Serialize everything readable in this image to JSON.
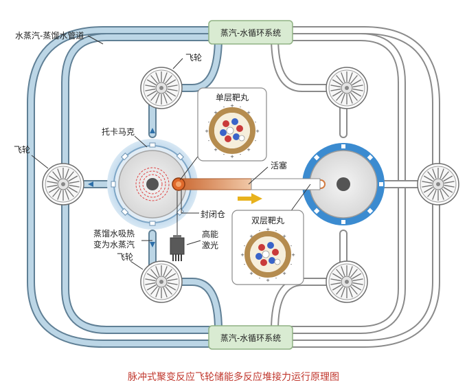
{
  "labels": {
    "pipe_label": "水蒸汽-蒸馏水管道",
    "steam_box_top": "蒸汽-水循环系统",
    "steam_box_bottom": "蒸汽-水循环系统",
    "flywheel_top": "飞轮",
    "flywheel_left": "飞轮",
    "flywheel_bottom": "飞轮",
    "tokamak": "托卡马克",
    "single_target": "单层靶丸",
    "double_target": "双层靶丸",
    "piston": "活塞",
    "sealed_chamber": "封闭仓",
    "laser_line1": "高能",
    "laser_line2": "激光",
    "absorb_line1": "蒸馏水吸热",
    "absorb_line2": "变为水蒸汽"
  },
  "caption": "脉冲式聚变反应飞轮储能多反应堆接力运行原理图",
  "colors": {
    "pipe_blue": "#bcd6e6",
    "pipe_blue_edge": "#5f7f95",
    "pipe_white_edge": "#8a8a8a",
    "box_fill": "#d9ebd2",
    "box_edge": "#8fb283",
    "tokamak_ring": "#3b8bd0",
    "piston_orange": "#d27a3f",
    "arrow_gold": "#e8b21d",
    "caption_red": "#c0362c"
  },
  "icons": [
    "flywheel-icon",
    "laser-icon",
    "arrow-right-icon",
    "target-pellet-icon"
  ]
}
